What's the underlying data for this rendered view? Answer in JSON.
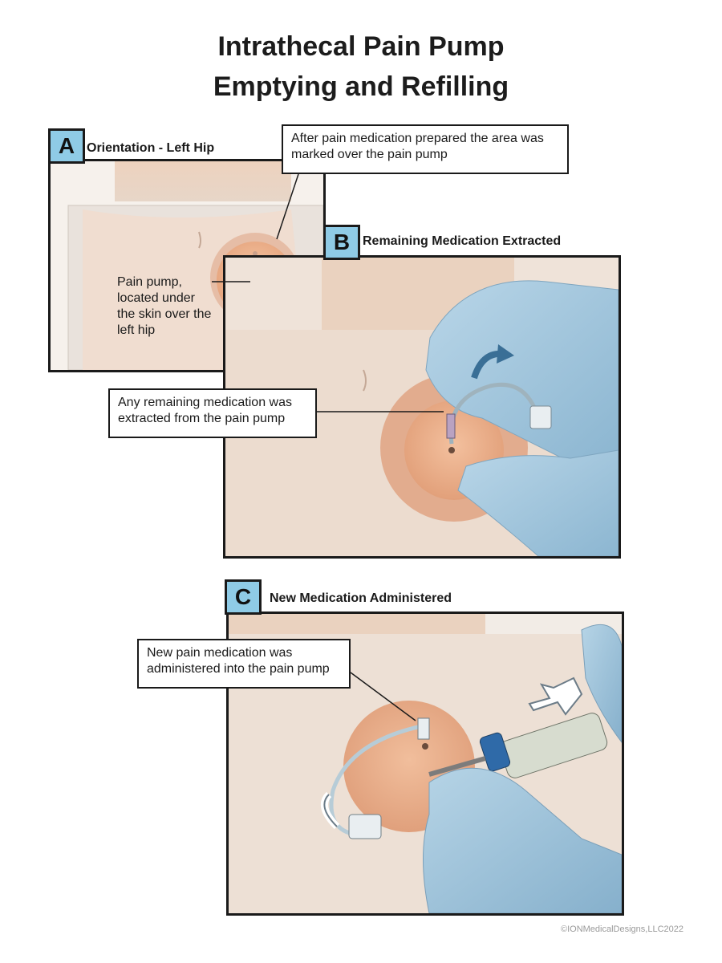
{
  "title": {
    "line1": "Intrathecal Pain Pump",
    "line2": "Emptying and Refilling"
  },
  "panels": {
    "a": {
      "letter": "A",
      "title": "Orientation - Left Hip",
      "label_pump": "Pain pump, located under the skin over the left hip"
    },
    "b": {
      "letter": "B",
      "title": "Remaining Medication Extracted"
    },
    "c": {
      "letter": "C",
      "title": "New Medication Administered"
    }
  },
  "callouts": {
    "marked": "After pain medication prepared the area was marked over the pain pump",
    "extracted": "Any remaining medication was extracted from the pain pump",
    "administered": "New pain medication was administered into the pain pump"
  },
  "copyright": "©IONMedicalDesigns,LLC2022",
  "colors": {
    "badge": "#8fcbe6",
    "skin": "#f1dccd",
    "pump": "#eab08e",
    "glove": "#9ec3dc"
  },
  "icons": [
    "pain-pump-illustration",
    "glove-icon",
    "needle-icon",
    "syringe-icon",
    "curved-arrow-icon",
    "straight-arrow-icon"
  ]
}
